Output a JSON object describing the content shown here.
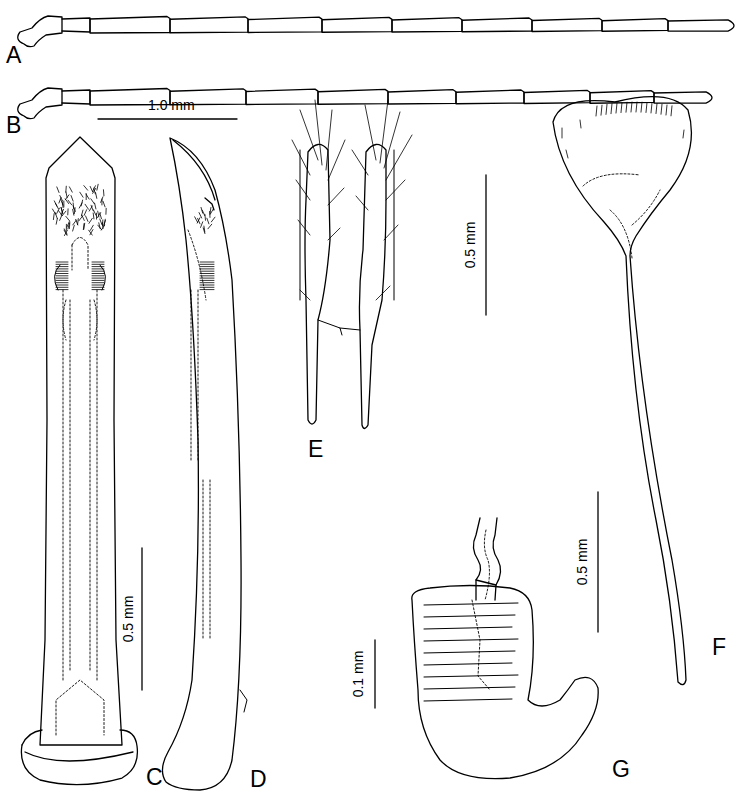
{
  "diagram": {
    "labels": [
      "A",
      "B",
      "1.0 mm",
      "0.5 mm",
      "C",
      "D",
      "0.5 mm",
      "E",
      "0.5 mm",
      "F",
      "0.1 mm",
      "G"
    ]
  }
}
